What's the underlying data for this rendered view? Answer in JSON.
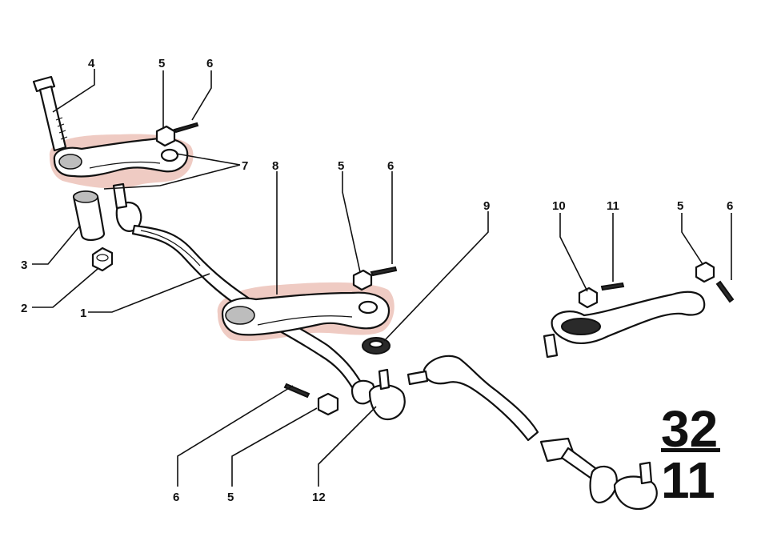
{
  "callouts": [
    {
      "id": "c4",
      "label": "4"
    },
    {
      "id": "c5a",
      "label": "5"
    },
    {
      "id": "c6a",
      "label": "6"
    },
    {
      "id": "c7",
      "label": "7"
    },
    {
      "id": "c8",
      "label": "8"
    },
    {
      "id": "c5b",
      "label": "5"
    },
    {
      "id": "c6b",
      "label": "6"
    },
    {
      "id": "c9",
      "label": "9"
    },
    {
      "id": "c10",
      "label": "10"
    },
    {
      "id": "c11",
      "label": "11"
    },
    {
      "id": "c5c",
      "label": "5"
    },
    {
      "id": "c6c",
      "label": "6"
    },
    {
      "id": "c3",
      "label": "3"
    },
    {
      "id": "c2",
      "label": "2"
    },
    {
      "id": "c1",
      "label": "1"
    },
    {
      "id": "c6d",
      "label": "6"
    },
    {
      "id": "c5d",
      "label": "5"
    },
    {
      "id": "c12",
      "label": "12"
    }
  ],
  "group": {
    "top": "32",
    "bottom": "11"
  },
  "colors": {
    "highlight": "#d9826f",
    "ink": "#111111"
  }
}
